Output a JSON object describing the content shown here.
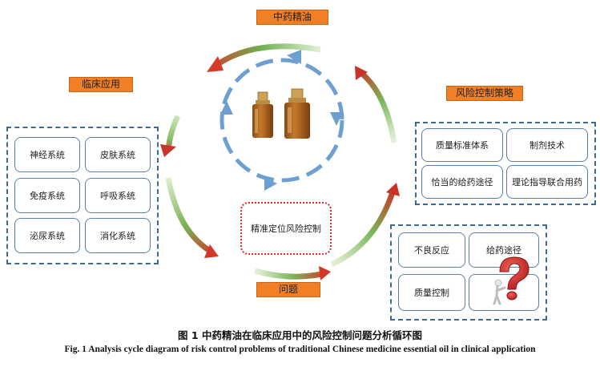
{
  "top_label": "中药精油",
  "left_label": "临床应用",
  "right_label": "风险控制策略",
  "bottom_label": "问题",
  "center_box": "精准定位风险控制",
  "clinical_systems": [
    "神经系统",
    "皮肤系统",
    "免疫系统",
    "呼吸系统",
    "泌尿系统",
    "消化系统"
  ],
  "strategies": [
    "质量标准体系",
    "制剂技术",
    "恰当的给药途径",
    "理论指导联合用药"
  ],
  "problems": [
    "不良反应",
    "给药途径",
    "质量控制"
  ],
  "caption_cn": "图 1   中药精油在临床应用中的风险控制问题分析循环图",
  "caption_en": "Fig. 1   Analysis cycle diagram of risk control problems of traditional Chinese medicine essential oil in clinical application",
  "icons": {
    "bottles": "essential-oil-bottles-icon",
    "question": "question-mark-figure-icon"
  }
}
